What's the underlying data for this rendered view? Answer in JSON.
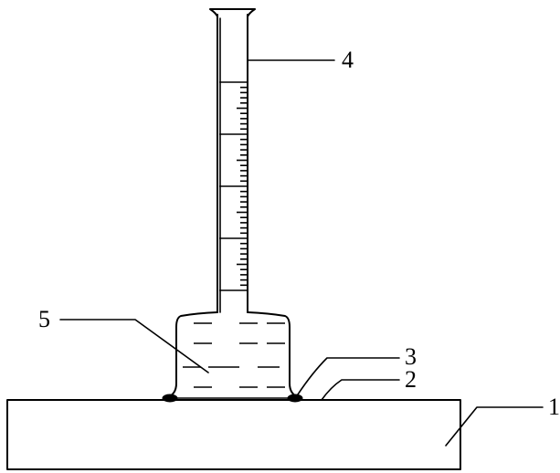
{
  "labels": {
    "base": "1",
    "seal_layer": "2",
    "sealant": "3",
    "graduated_tube": "4",
    "liquid": "5"
  },
  "colors": {
    "stroke": "#000000",
    "background": "#ffffff"
  }
}
